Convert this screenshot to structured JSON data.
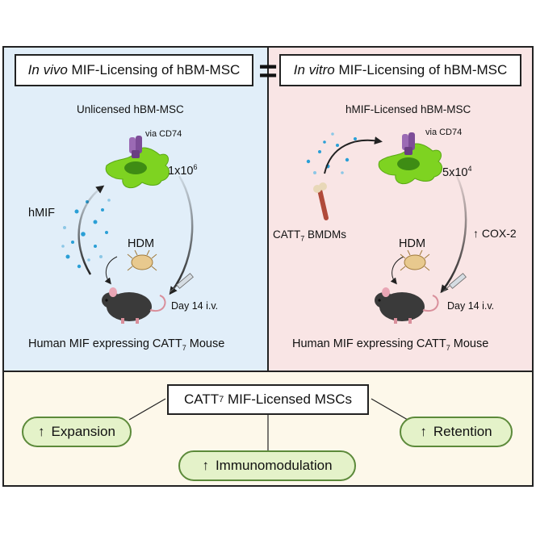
{
  "colors": {
    "left_panel_bg": "#e1eef9",
    "right_panel_bg": "#f9e5e5",
    "bottom_panel_bg": "#fdf8ea",
    "pill_fill": "#e4f2c9",
    "pill_border": "#5c8a3a",
    "cell_green": "#7ed321",
    "receptor_purple": "#9b6ab4",
    "dot_blue": "#2a9fd6"
  },
  "left": {
    "title_em": "In vivo",
    "title_rest": " MIF-Licensing of hBM-MSC",
    "subtitle": "Unlicensed hBM-MSC",
    "via": "via CD74",
    "dose_base": "1x10",
    "dose_exp": "6",
    "hmif": "hMIF",
    "hdm": "HDM",
    "day": "Day 14 i.v.",
    "mouse_label_a": "Human MIF expressing CATT",
    "mouse_label_sub": "7",
    "mouse_label_b": " Mouse"
  },
  "equals": "=",
  "right": {
    "title_em": "In vitro",
    "title_rest": " MIF-Licensing of hBM-MSC",
    "subtitle": "hMIF-Licensed hBM-MSC",
    "via": "via CD74",
    "dose_base": "5x10",
    "dose_exp": "4",
    "bmdm_a": "CATT",
    "bmdm_sub": "7",
    "bmdm_b": " BMDMs",
    "hdm": "HDM",
    "cox": "COX-2",
    "day": "Day 14 i.v.",
    "mouse_label_a": "Human MIF expressing CATT",
    "mouse_label_sub": "7",
    "mouse_label_b": " Mouse"
  },
  "bottom": {
    "center_a": "CATT",
    "center_sub": "7",
    "center_b": " MIF-Licensed MSCs",
    "up_arrow": "↑",
    "expansion": "Expansion",
    "retention": "Retention",
    "immuno": "Immunomodulation"
  }
}
